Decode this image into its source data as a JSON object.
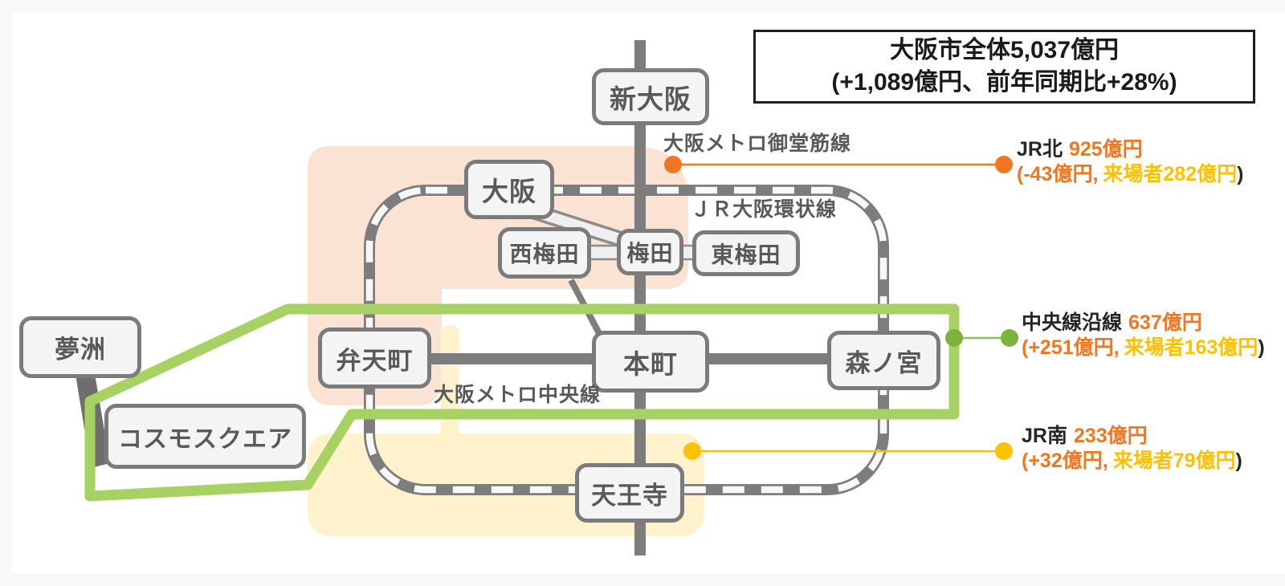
{
  "title_box": {
    "line1": "大阪市全体5,037億円",
    "line2": "(+1,089億円、前年同期比+28%)"
  },
  "stations": [
    {
      "id": "shin-osaka",
      "label": "新大阪"
    },
    {
      "id": "osaka",
      "label": "大阪"
    },
    {
      "id": "nishi-umeda",
      "label": "西梅田"
    },
    {
      "id": "umeda",
      "label": "梅田"
    },
    {
      "id": "higashi-umeda",
      "label": "東梅田"
    },
    {
      "id": "bentencho",
      "label": "弁天町"
    },
    {
      "id": "hommachi",
      "label": "本町"
    },
    {
      "id": "morinomiya",
      "label": "森ノ宮"
    },
    {
      "id": "tennoji",
      "label": "天王寺"
    },
    {
      "id": "yumeshima",
      "label": "夢洲"
    },
    {
      "id": "cosmosquare",
      "label": "コスモスクエア"
    }
  ],
  "line_labels": {
    "midosuji": "大阪メトロ御堂筋線",
    "loop": "ＪＲ大阪環状線",
    "chuo": "大阪メトロ中央線"
  },
  "annotations": [
    {
      "id": "jr-north",
      "name": "JR北",
      "value": "925億円",
      "delta": "(-43億円,",
      "visitors": "来場者282億円",
      "paren_close": ")",
      "dot_color": "#f0761f"
    },
    {
      "id": "chuo-line",
      "name": "中央線沿線",
      "value": "637億円",
      "delta": "(+251億円,",
      "visitors": "来場者163億円",
      "paren_close": ")",
      "dot_color": "#7db33c"
    },
    {
      "id": "jr-south",
      "name": "JR南",
      "value": "233億円",
      "delta": "(+32億円,",
      "visitors": "来場者79億円",
      "paren_close": ")",
      "dot_color": "#ffc000"
    }
  ],
  "colors": {
    "accent_orange": "#f0761f",
    "accent_amber": "#ffc000",
    "green_outline": "#a7d163",
    "green_dot": "#7db33c",
    "rail_gray": "#7d7d7d",
    "region_peach": "#fbe3d4",
    "region_yellow": "#fff2cc",
    "station_fill": "#f4f4f4",
    "station_border": "#7b7b7b",
    "station_text": "#595959",
    "text_dark": "#262626"
  }
}
